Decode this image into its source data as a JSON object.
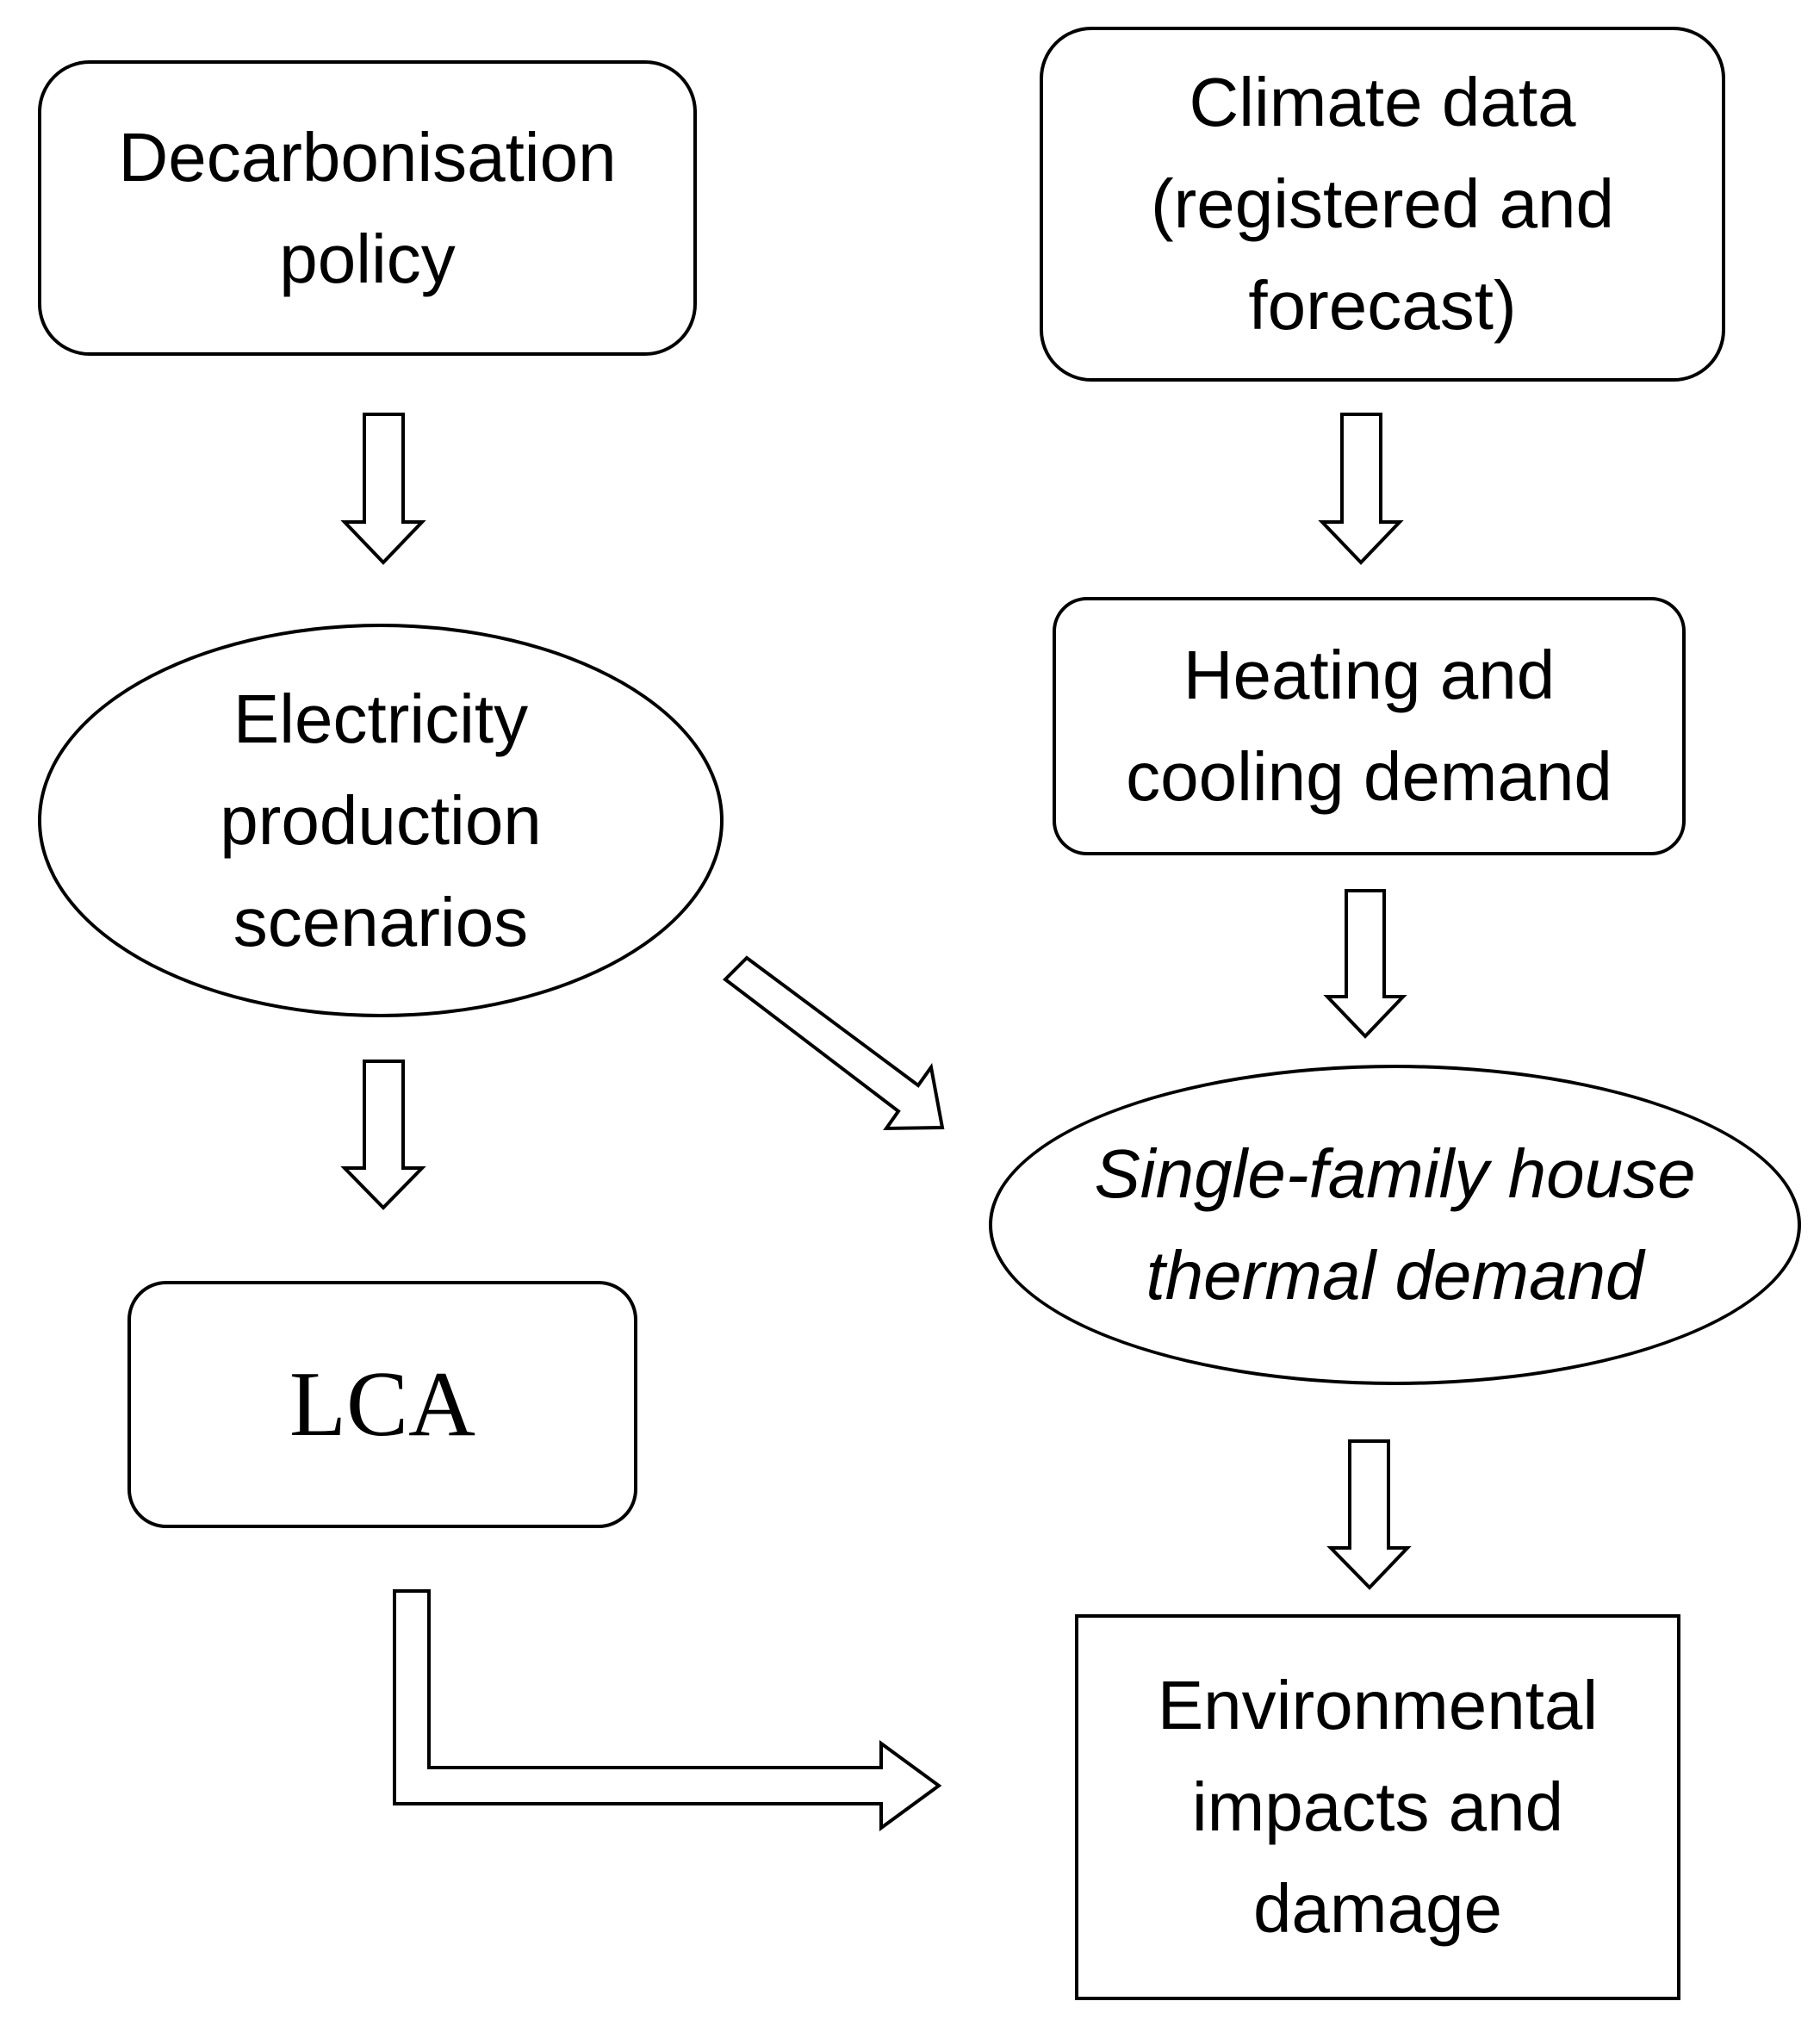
{
  "nodes": {
    "decarbonisation_policy": "Decarbonisation\npolicy",
    "climate_data": "Climate data\n(registered and\nforecast)",
    "electricity_production": "Electricity\nproduction\nscenarios",
    "heating_cooling": "Heating and\ncooling demand",
    "single_family_house": "Single-family house\nthermal demand",
    "lca": "LCA",
    "environmental_impacts": "Environmental\nimpacts and\ndamage"
  },
  "colors": {
    "stroke": "#000000",
    "fill": "#ffffff"
  }
}
